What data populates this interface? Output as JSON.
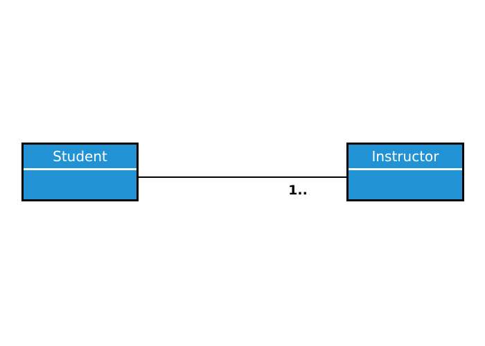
{
  "diagram": {
    "type": "uml-class-diagram",
    "background_color": "#ffffff",
    "classes": [
      {
        "id": "student",
        "name": "Student",
        "fill_color": "#2193d4",
        "border_color": "#000000",
        "text_color": "#ffffff",
        "attributes": []
      },
      {
        "id": "instructor",
        "name": "Instructor",
        "fill_color": "#2193d4",
        "border_color": "#000000",
        "text_color": "#ffffff",
        "attributes": []
      }
    ],
    "relationships": [
      {
        "id": "student-instructor-association",
        "kind": "association",
        "source": "Student",
        "target": "Instructor",
        "label": "1..",
        "line_color": "#000000"
      }
    ]
  }
}
